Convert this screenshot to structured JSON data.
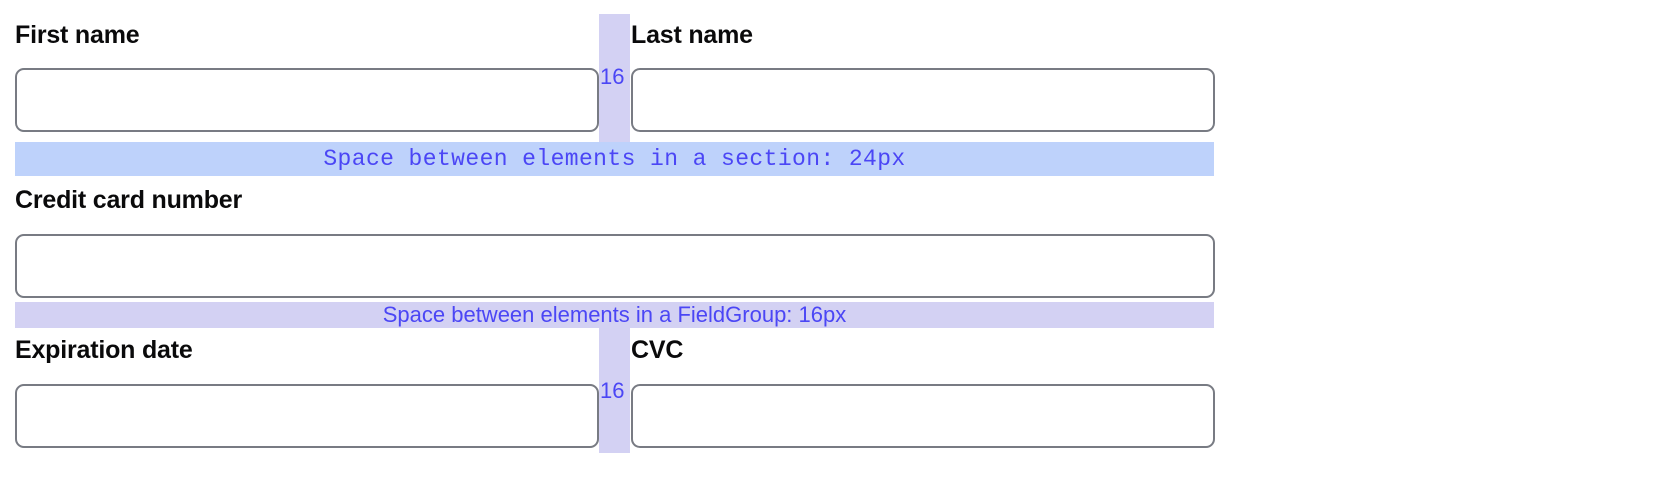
{
  "form": {
    "rows": [
      {
        "id": "name-row",
        "fields": [
          {
            "name": "first-name",
            "label": "First name",
            "value": "",
            "placeholder": ""
          },
          {
            "name": "last-name",
            "label": "Last name",
            "value": "",
            "placeholder": ""
          }
        ],
        "column_gap_label": "16"
      },
      {
        "id": "card-row",
        "fields": [
          {
            "name": "credit-card-number",
            "label": "Credit card number",
            "value": "",
            "placeholder": ""
          }
        ],
        "column_gap_label": ""
      },
      {
        "id": "expiry-row",
        "fields": [
          {
            "name": "expiration-date",
            "label": "Expiration date",
            "value": "",
            "placeholder": ""
          },
          {
            "name": "cvc",
            "label": "CVC",
            "value": "",
            "placeholder": ""
          }
        ],
        "column_gap_label": "16"
      }
    ]
  },
  "annotations": {
    "section_gap": {
      "text": "Space between elements in a section: 24px",
      "value": "24px",
      "background": "#bed2fb",
      "text_color": "#4b46f5"
    },
    "fieldgroup_gap": {
      "text": "Space between elements in a FieldGroup: 16px",
      "value": "16px",
      "background": "#d3d1f3",
      "text_color": "#4b46f5"
    },
    "column_gap_top": {
      "text": "16",
      "background": "#d3d1f3",
      "text_color": "#4b46f5"
    },
    "column_gap_bottom": {
      "text": "16",
      "background": "#d3d1f3",
      "text_color": "#4b46f5"
    }
  },
  "theme": {
    "page_background": "#ffffff",
    "label_color": "#0a0a0b",
    "input_border": "#787b83",
    "input_background": "#ffffff",
    "accent_blue": "#4b46f5"
  }
}
